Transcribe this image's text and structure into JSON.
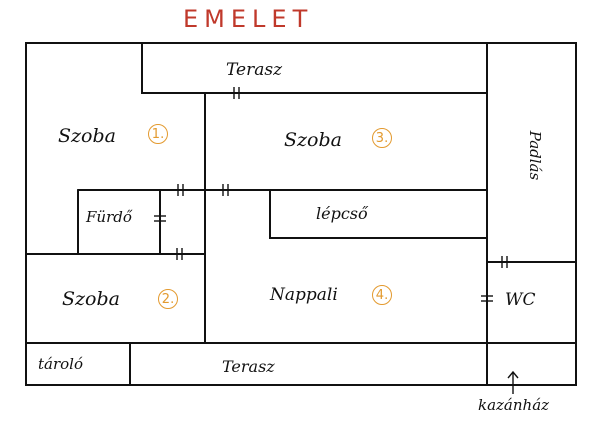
{
  "title": "EMELET",
  "rooms": {
    "terasz_top": "Terasz",
    "szoba1": {
      "label": "Szoba",
      "number": "1."
    },
    "szoba3": {
      "label": "Szoba",
      "number": "3."
    },
    "padlas": "Padlás",
    "furdo": "Fürdő",
    "lepcso": "lépcső",
    "szoba2": {
      "label": "Szoba",
      "number": "2."
    },
    "nappali": {
      "label": "Nappali",
      "number": "4."
    },
    "wc": "WC",
    "tarolo": "tároló",
    "terasz_bottom": "Terasz"
  },
  "annotation": "kazánház",
  "colors": {
    "title": "#c0392b",
    "room_number": "#e39a2f",
    "lines": "#111111"
  }
}
